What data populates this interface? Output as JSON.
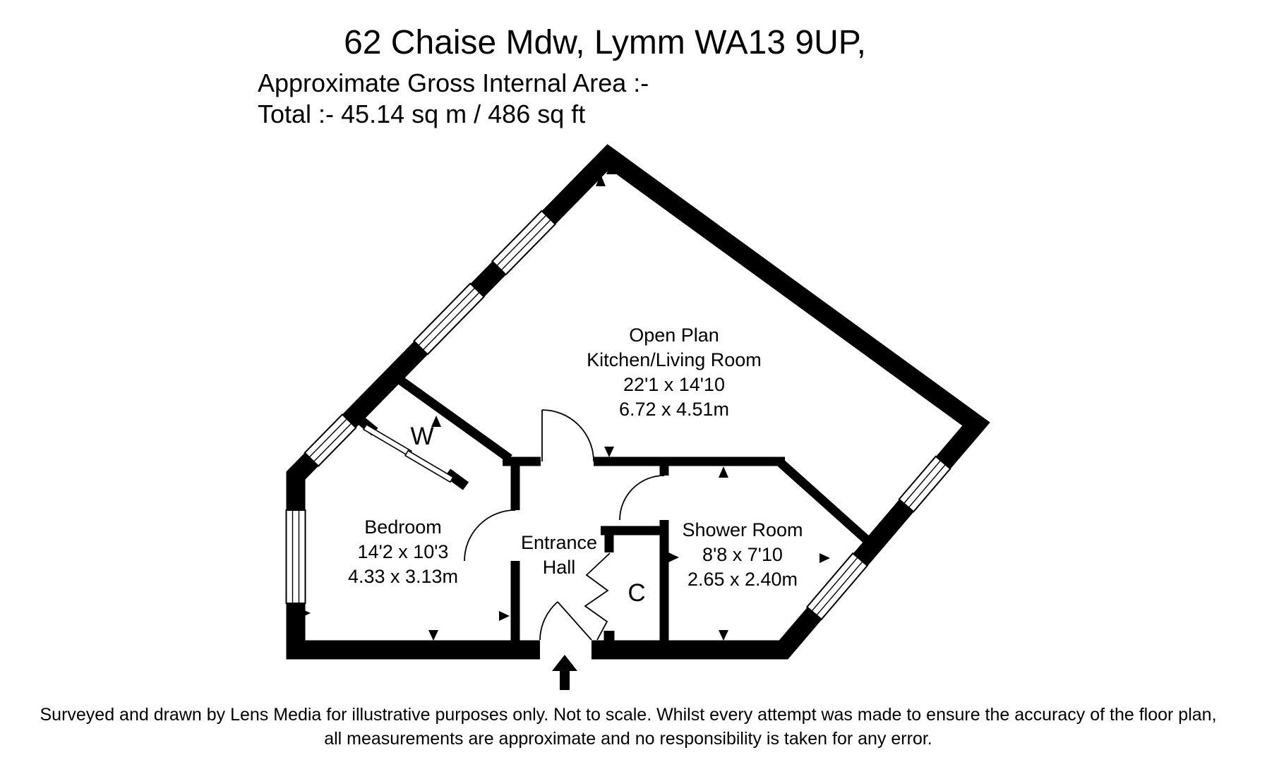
{
  "header": {
    "title": "62 Chaise Mdw, Lymm WA13 9UP,",
    "area_label": "Approximate Gross Internal Area :-",
    "total_label": "Total :- 45.14 sq m / 486 sq ft"
  },
  "rooms": {
    "kitchen": {
      "line1": "Open Plan",
      "line2": "Kitchen/Living Room",
      "imperial": "22'1 x 14'10",
      "metric": "6.72 x 4.51m"
    },
    "bedroom": {
      "name": "Bedroom",
      "imperial": "14'2 x 10'3",
      "metric": "4.33 x 3.13m"
    },
    "hall": {
      "line1": "Entrance",
      "line2": "Hall"
    },
    "shower": {
      "name": "Shower Room",
      "imperial": "8'8 x 7'10",
      "metric": "2.65 x 2.40m"
    },
    "wardrobe": {
      "abbr": "W"
    },
    "cupboard": {
      "abbr": "C"
    }
  },
  "footer": {
    "line1": "Surveyed and drawn by Lens Media for illustrative purposes only. Not to scale. Whilst every attempt was made to ensure the accuracy of the floor plan,",
    "line2": "all measurements are approximate and no responsibility is taken for any error."
  },
  "colors": {
    "wall": "#000000",
    "background": "#ffffff"
  }
}
